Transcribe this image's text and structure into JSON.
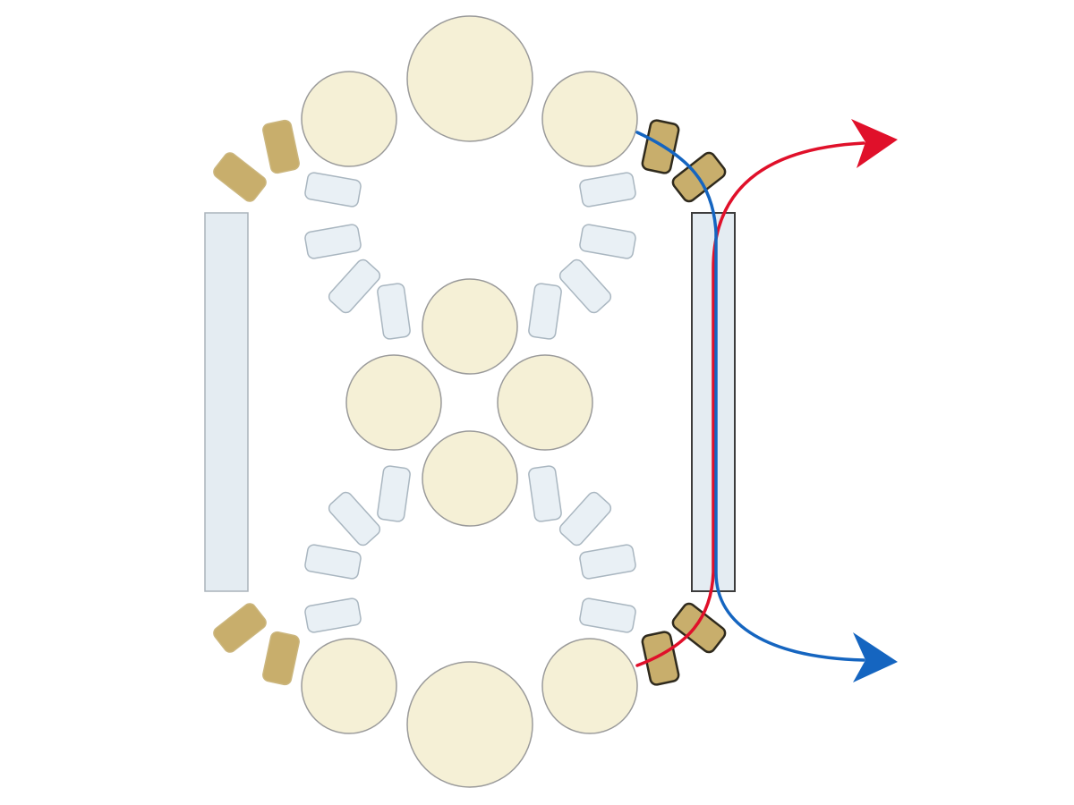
{
  "colors": {
    "background": "#ffffff",
    "roller_fill": "#f5f0d6",
    "guide_fill": "#e9f0f5",
    "pad_fill": "#c8ae6c",
    "plate_fill": "#e4ecf2",
    "path_red": "#e0102a",
    "path_blue": "#1565c0"
  },
  "elements": {
    "large_rollers": 2,
    "medium_rollers": 8,
    "guide_blocks": 16,
    "friction_pads": 8,
    "side_plates": 2,
    "paths": [
      "red",
      "blue"
    ],
    "arrow_heads": [
      "red",
      "blue"
    ]
  }
}
